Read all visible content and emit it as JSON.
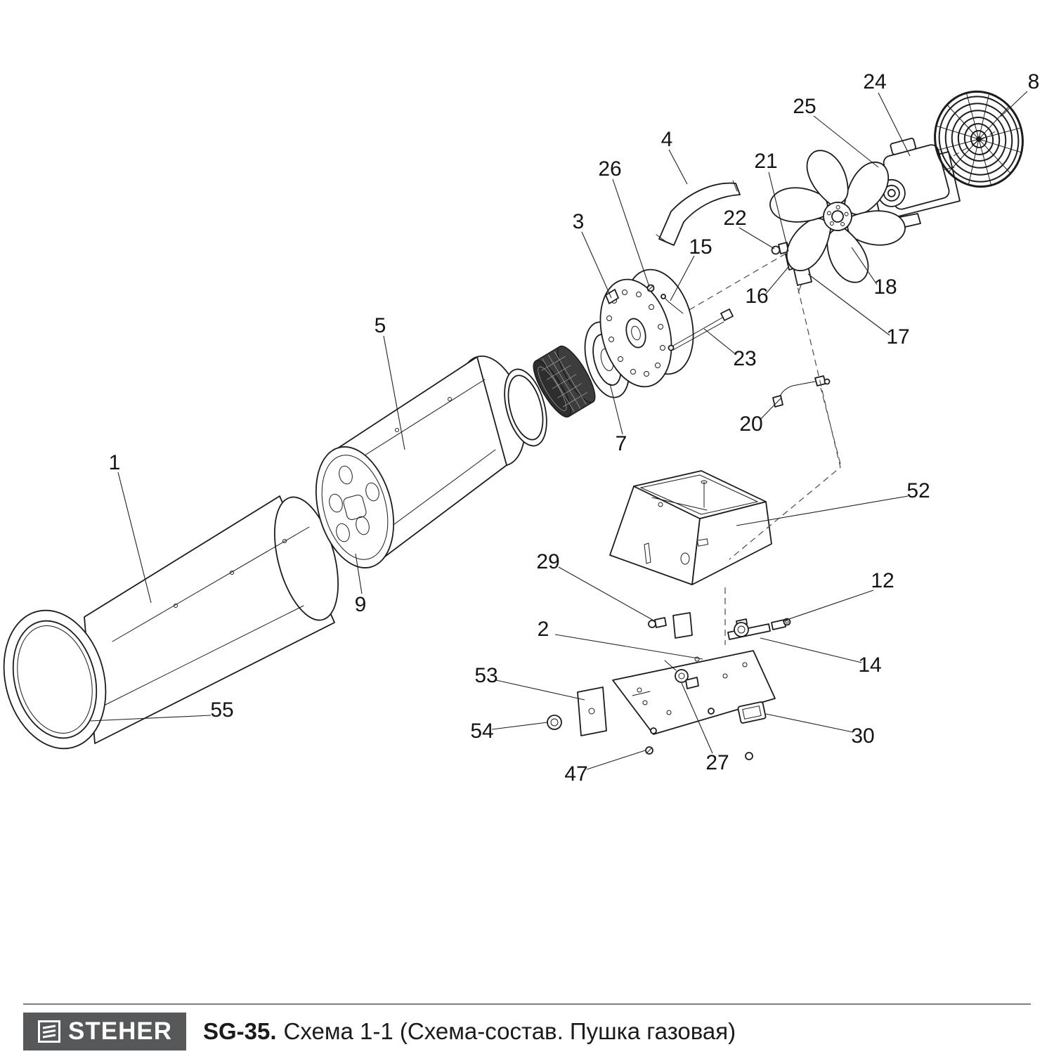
{
  "diagram": {
    "type": "exploded-view",
    "colors": {
      "line": "#1c1c1c",
      "logo_bg": "#57585a",
      "text": "#141414"
    }
  },
  "callouts": {
    "c1": "1",
    "c2": "2",
    "c3": "3",
    "c4": "4",
    "c5": "5",
    "c7": "7",
    "c8": "8",
    "c9": "9",
    "c12": "12",
    "c14": "14",
    "c15": "15",
    "c16": "16",
    "c17": "17",
    "c18": "18",
    "c20": "20",
    "c21": "21",
    "c22": "22",
    "c23": "23",
    "c24": "24",
    "c25": "25",
    "c26": "26",
    "c27": "27",
    "c29": "29",
    "c30": "30",
    "c47": "47",
    "c52": "52",
    "c53": "53",
    "c54": "54",
    "c55": "55"
  },
  "footer": {
    "brand": "STEHER",
    "model": "SG-35.",
    "title": "Схема 1-1 (Схема-состав. Пушка газовая)"
  }
}
